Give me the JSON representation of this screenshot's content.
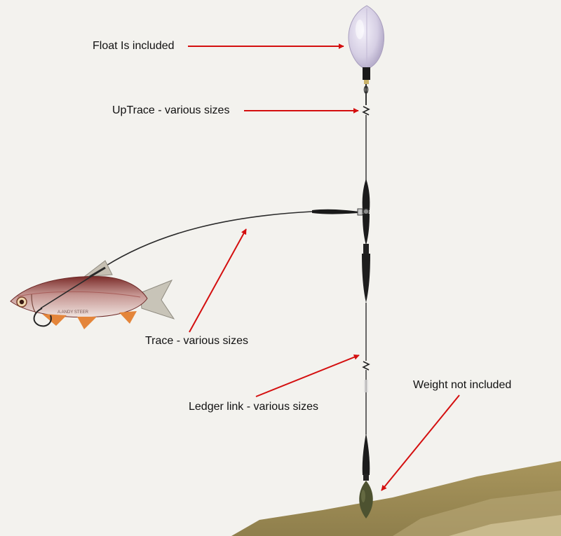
{
  "labels": {
    "float": "Float Is included",
    "uptrace": "UpTrace - various sizes",
    "trace": "Trace - various sizes",
    "ledger_link": "Ledger link - various sizes",
    "weight": "Weight not included"
  },
  "colors": {
    "background": "#f3f2ee",
    "arrow": "#d40f0f",
    "line": "#2c2c2c",
    "rig_parts": "#202020",
    "seabed": "#9a8a55",
    "weight": "#4d5230",
    "float": "#d9d3e8",
    "fish_body": "#c9a6a0",
    "fish_fins": "#e4853a"
  },
  "fish_text": "A.ANDY STEER"
}
